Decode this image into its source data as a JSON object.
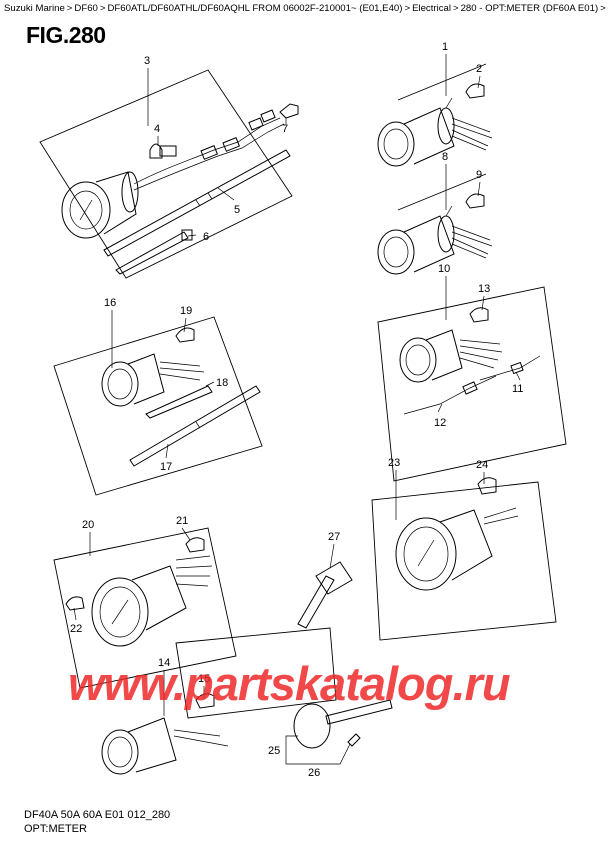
{
  "breadcrumb": [
    "Suzuki Marine",
    "DF60",
    "DF60ATL/DF60ATHL/DF60AQHL FROM 06002F-210001~ (E01,E40)",
    "Electrical",
    "280 - OPT:METER (DF60A E01)"
  ],
  "breadcrumb_separator": ">",
  "figure_title": "FIG.280",
  "callouts": [
    "1",
    "2",
    "3",
    "4",
    "5",
    "6",
    "7",
    "8",
    "9",
    "10",
    "11",
    "12",
    "13",
    "14",
    "15",
    "16",
    "17",
    "18",
    "19",
    "20",
    "21",
    "22",
    "23",
    "24",
    "25",
    "26",
    "27"
  ],
  "watermark": "www.partskatalog.ru",
  "footer": {
    "code": "DF40A 50A 60A E01 012_280",
    "caption": "OPT:METER"
  }
}
